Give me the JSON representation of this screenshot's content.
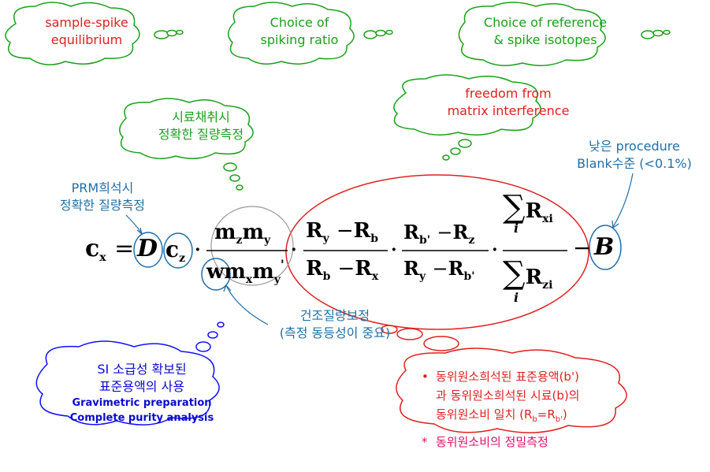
{
  "bubbles": {
    "sample_spike": {
      "line1": "sample-spike",
      "line2": "equilibrium"
    },
    "spiking_ratio": {
      "line1": "Choice of",
      "line2": "spiking ratio"
    },
    "ref_spike": {
      "line1": "Choice of reference",
      "line2": "& spike isotopes"
    },
    "matrix": {
      "line1": "freedom from",
      "line2": "matrix interference"
    },
    "sampling": {
      "line1": "시료채취시",
      "line2": "정확한 질량측정"
    },
    "si": {
      "line1": "SI 소급성 확보된",
      "line2": "표준용액의 사용",
      "line3": "Gravimetric preparation",
      "line4": "Complete purity analysis"
    },
    "isotope": {
      "item1a": "동위원소희석된 표준용액(b')",
      "item1b": "과 동위원소희석된 시료(b)의",
      "item1c": "동위원소비 일치 (R",
      "item1d": "b",
      "item1e": "=R",
      "item1f": "b'",
      "item1g": ")",
      "item2": "동위원소비의 정밀측정"
    }
  },
  "notes": {
    "prm": {
      "line1": "PRM희석시",
      "line2": "정확한 질량측정"
    },
    "blank": {
      "line1": "낮은 procedure",
      "line2": "Blank수준 (<0.1%)"
    },
    "dry": {
      "line1": "건조질량보정",
      "line2": "(측정 동등성이 중요)"
    }
  },
  "formula": {
    "cx": "c",
    "x_sub": "x",
    "eq": "=",
    "D": "D",
    "cz": "c",
    "z_sub": "z",
    "dot": "·",
    "mz": "m",
    "mz_sub": "z",
    "my": "m",
    "my_sub": "y",
    "w": "w",
    "mx": "m",
    "mx_sub": "x",
    "my2": "m",
    "my2_sub": "y",
    "prime": "'",
    "Ry": "R",
    "Ry_sub": "y",
    "minus": "−",
    "Rb": "R",
    "Rb_sub": "b",
    "Rb2": "R",
    "Rb2_sub": "b",
    "Rx": "R",
    "Rx_sub": "x",
    "Rbp": "R",
    "Rbp_sub": "b'",
    "Rz": "R",
    "Rz_sub": "z",
    "Ry2": "R",
    "Ry2_sub": "y",
    "Rbp2": "R",
    "Rbp2_sub": "b'",
    "sum": "∑",
    "i": "i",
    "Rxi": "R",
    "Rxi_sub": "xi",
    "Rzi": "R",
    "Rzi_sub": "zi",
    "B": "B"
  },
  "bullets": {
    "dot": "•",
    "star": "*"
  }
}
